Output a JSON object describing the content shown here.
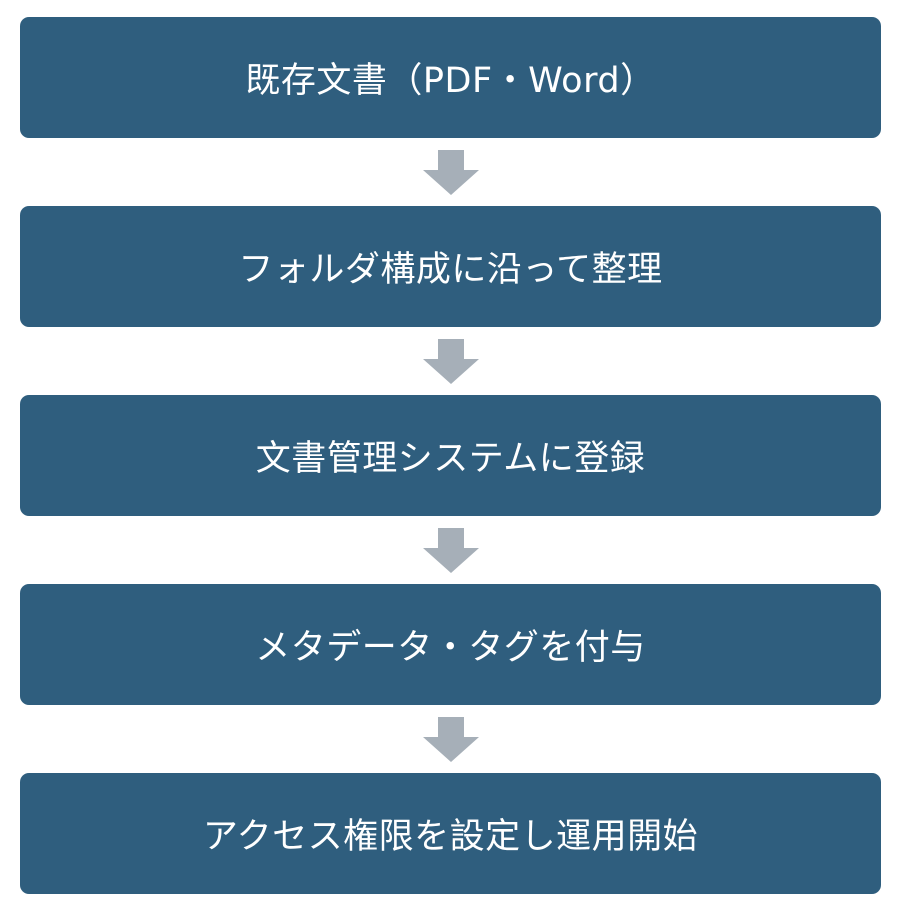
{
  "colors": {
    "step_fill": "#2f5e7e",
    "arrow_fill": "#a6afb8",
    "text": "#ffffff"
  },
  "steps": [
    {
      "label": "既存文書（PDF・Word）"
    },
    {
      "label": "フォルダ構成に沿って整理"
    },
    {
      "label": "文書管理システムに登録"
    },
    {
      "label": "メタデータ・タグを付与"
    },
    {
      "label": "アクセス権限を設定し運用開始"
    }
  ],
  "arrow_icon": "arrow-down-icon"
}
